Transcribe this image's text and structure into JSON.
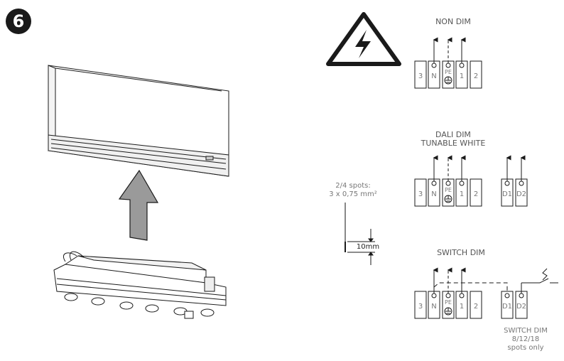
{
  "step": {
    "number": "6"
  },
  "sections": {
    "non_dim": {
      "title": "NON DIM"
    },
    "dali_dim": {
      "title_line1": "DALI DIM",
      "title_line2": "TUNABLE WHITE"
    },
    "switch_dim": {
      "title": "SWITCH DIM",
      "note_line1": "SWITCH DIM",
      "note_line2": "8/12/18",
      "note_line3": "spots only"
    }
  },
  "terminals": {
    "t3": "3",
    "tN": "N",
    "tPE": "PE",
    "t1": "1",
    "t2": "2",
    "tD1": "D1",
    "tD2": "D2"
  },
  "cable": {
    "spec_line1": "2/4 spots:",
    "spec_line2": "3 x 0,75 mm²",
    "strip_length": "10mm"
  },
  "icons": {
    "warning": "high-voltage-warning-icon",
    "ground": "ground-symbol-icon",
    "arrow": "upward-arrow-icon",
    "switch": "switch-icon"
  },
  "colors": {
    "stroke": "#1a1a1a",
    "label": "#555555",
    "arrow_fill": "#9a9a9a"
  }
}
